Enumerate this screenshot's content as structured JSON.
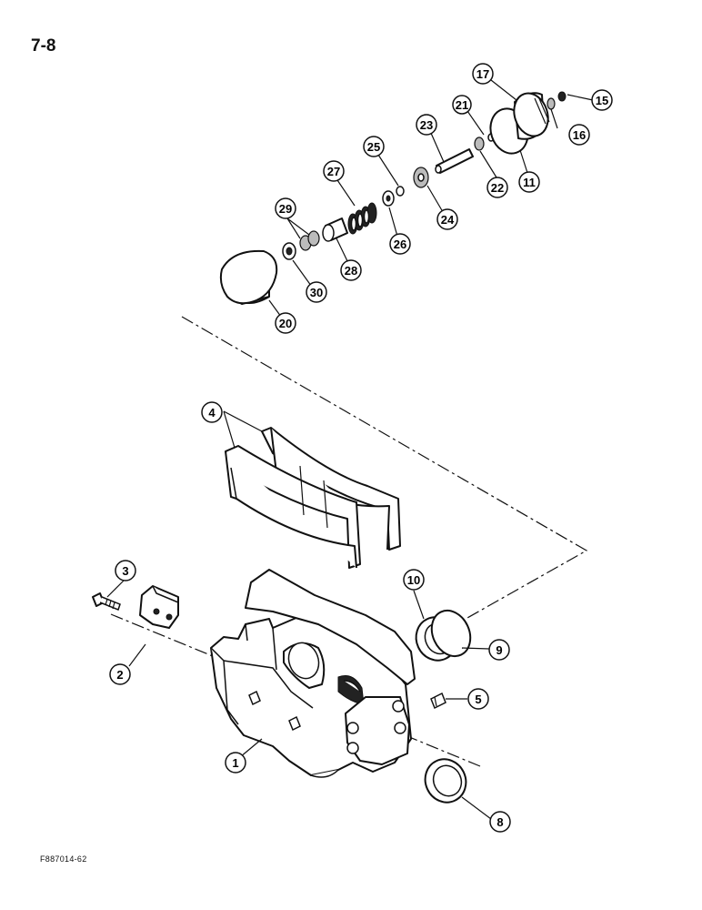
{
  "page": {
    "number": "7-8",
    "figure_code": "F887014-62"
  },
  "callouts": {
    "c1": "1",
    "c2": "2",
    "c3": "3",
    "c4": "4",
    "c5": "5",
    "c8": "8",
    "c9": "9",
    "c10": "10",
    "c11": "11",
    "c15": "15",
    "c16": "16",
    "c17": "17",
    "c20": "20",
    "c21": "21",
    "c22": "22",
    "c23": "23",
    "c24": "24",
    "c25": "25",
    "c26": "26",
    "c27": "27",
    "c28": "28",
    "c29": "29",
    "c30": "30"
  }
}
